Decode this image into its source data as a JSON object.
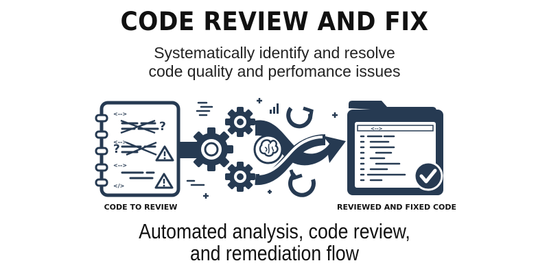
{
  "title": "CODE REVIEW AND FIX",
  "subtitle": {
    "line1": "Systematically identify and resolve",
    "line2": "code quality and perfomance issues"
  },
  "left_panel": {
    "caption": "CODE TO REVIEW",
    "tags": [
      "<-->",
      "<-->",
      "<-->",
      "</>"
    ],
    "marks": [
      "?",
      "?"
    ]
  },
  "right_panel": {
    "caption": "REVIEWED AND FIXED CODE",
    "tag": "<-->"
  },
  "footer": {
    "line1": "Automated analysis, code review,",
    "line2": "and remediation flow"
  },
  "colors": {
    "navy": "#263a52",
    "text": "#111111"
  },
  "icons": [
    "notebook-icon",
    "warning-icon",
    "gear-icon",
    "brain-icon",
    "refresh-icon",
    "arrow-icon",
    "folder-icon",
    "checkmark-icon"
  ]
}
